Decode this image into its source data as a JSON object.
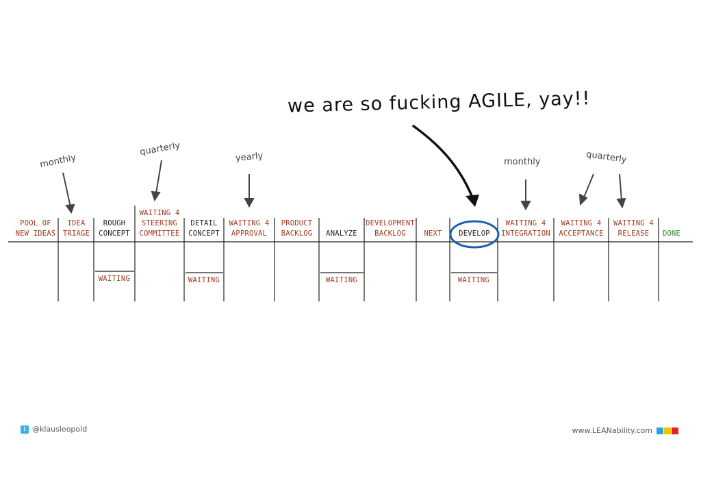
{
  "headline": "we are so fucking AGILE, yay!!",
  "columns": [
    {
      "label": "POOL OF\nNEW IDEAS",
      "color": "#a33a1f"
    },
    {
      "label": "IDEA\nTRIAGE",
      "color": "#a33a1f"
    },
    {
      "label": "ROUGH\nCONCEPT",
      "color": "#1f1f1f"
    },
    {
      "label": "WAITING 4\nSTEERING\nCOMMITTEE",
      "color": "#a33a1f"
    },
    {
      "label": "DETAIL\nCONCEPT",
      "color": "#1f1f1f"
    },
    {
      "label": "WAITING 4\nAPPROVAL",
      "color": "#a33a1f"
    },
    {
      "label": "PRODUCT\nBACKLOG",
      "color": "#a33a1f"
    },
    {
      "label": "ANALYZE",
      "color": "#1f1f1f"
    },
    {
      "label": "DEVELOPMENT\nBACKLOG",
      "color": "#a33a1f"
    },
    {
      "label": "NEXT",
      "color": "#a33a1f"
    },
    {
      "label": "DEVELOP",
      "color": "#1f1f1f"
    },
    {
      "label": "WAITING 4\nINTEGRATION",
      "color": "#a33a1f"
    },
    {
      "label": "WAITING 4\nACCEPTANCE",
      "color": "#a33a1f"
    },
    {
      "label": "WAITING 4\nRELEASE",
      "color": "#a33a1f"
    },
    {
      "label": "DONE",
      "color": "#2e8b3a"
    }
  ],
  "waiting_label": "WAITING",
  "notes": {
    "monthly_1": "monthly",
    "quarterly_1": "quarterly",
    "yearly": "yearly",
    "monthly_2": "monthly",
    "quarterly_2": "quarterly"
  },
  "footer": {
    "twitter_handle": "@klausleopold",
    "website": "www.LEANability.com"
  },
  "colors": {
    "red_text": "#a33a1f",
    "dark_text": "#1f1f1f",
    "done_green": "#2e8b3a",
    "circle_blue": "#1f5fb0",
    "logo_blue": "#2aa3e0",
    "logo_yellow": "#f3c300",
    "logo_red": "#e2231a"
  }
}
